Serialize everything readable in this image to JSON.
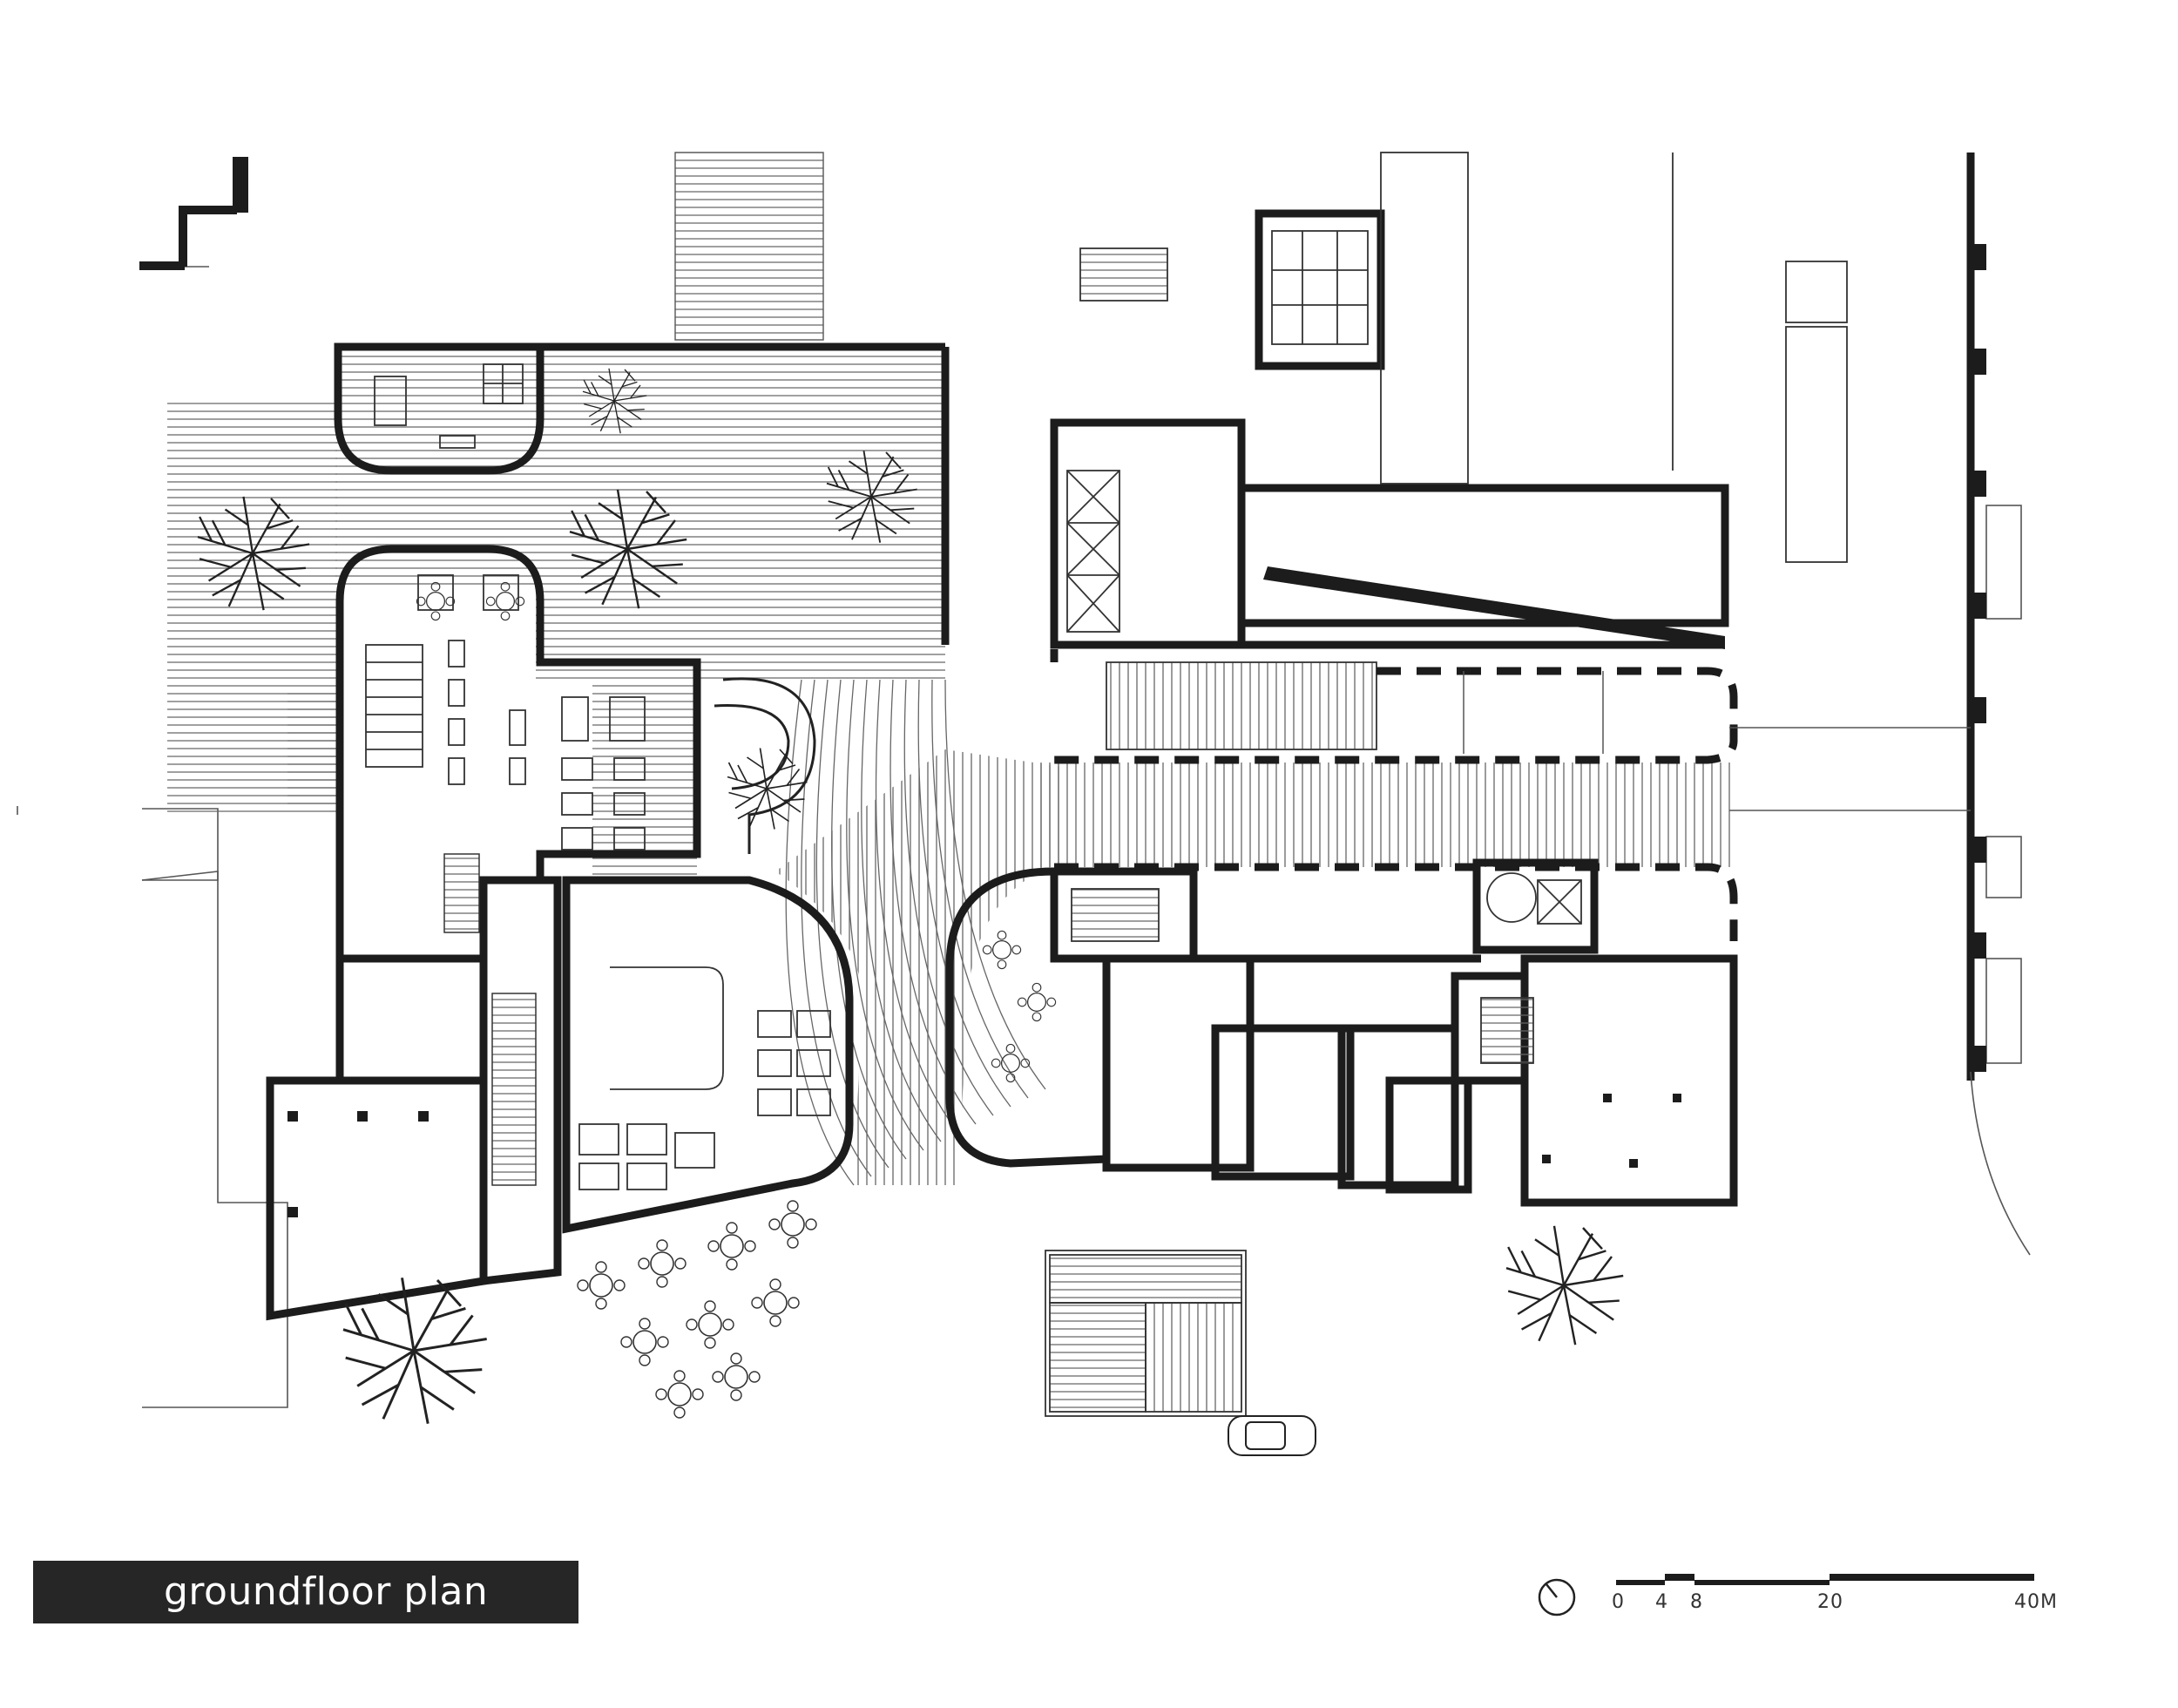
{
  "title": "groundfloor plan",
  "scale_bar": {
    "ticks": [
      "0",
      "4",
      "8",
      "20",
      "40M"
    ]
  },
  "colors": {
    "wall": "#1c1c1c",
    "line": "#333333",
    "title_background": "#262626",
    "title_text": "#ffffff"
  },
  "icons": [
    "north-arrow-icon",
    "tree-icon",
    "car-icon",
    "table-set-icon",
    "staircase-icon"
  ]
}
